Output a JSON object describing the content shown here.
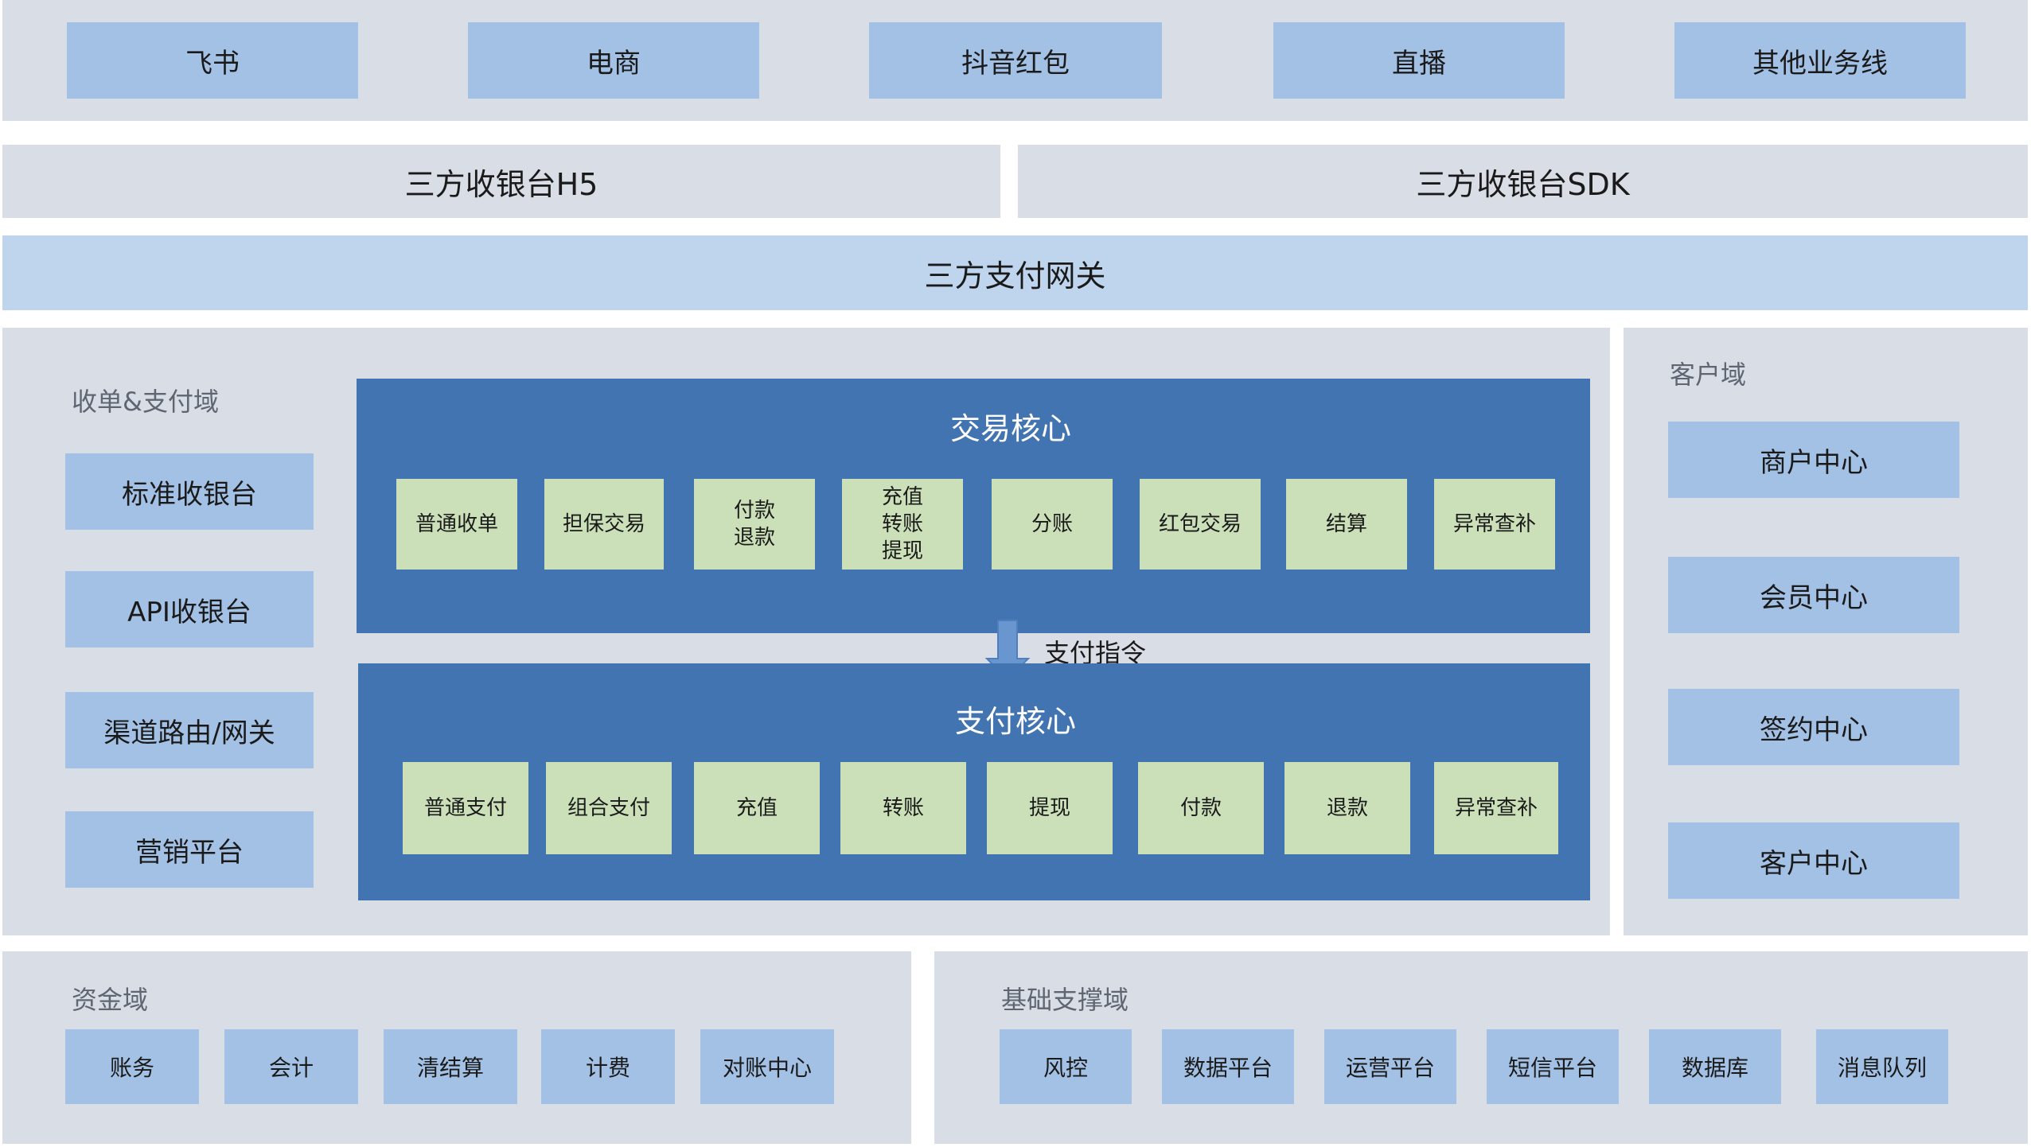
{
  "business_lines": [
    "飞书",
    "电商",
    "抖音红包",
    "直播",
    "其他业务线"
  ],
  "cashiers": [
    "三方收银台H5",
    "三方收银台SDK"
  ],
  "gateway": "三方支付网关",
  "acquiring_domain": {
    "label": "收单&支付域",
    "items": [
      "标准收银台",
      "API收银台",
      "渠道路由/网关",
      "营销平台"
    ]
  },
  "trade_core": {
    "title": "交易核心",
    "items": [
      "普通收单",
      "担保交易",
      "付款\n退款",
      "充值\n转账\n提现",
      "分账",
      "红包交易",
      "结算",
      "异常查补"
    ]
  },
  "payment_instruction": "支付指令",
  "payment_core": {
    "title": "支付核心",
    "items": [
      "普通支付",
      "组合支付",
      "充值",
      "转账",
      "提现",
      "付款",
      "退款",
      "异常查补"
    ]
  },
  "customer_domain": {
    "label": "客户域",
    "items": [
      "商户中心",
      "会员中心",
      "签约中心",
      "客户中心"
    ]
  },
  "fund_domain": {
    "label": "资金域",
    "items": [
      "账务",
      "会计",
      "清结算",
      "计费",
      "对账中心"
    ]
  },
  "infra_domain": {
    "label": "基础支撑域",
    "items": [
      "风控",
      "数据平台",
      "运营平台",
      "短信平台",
      "数据库",
      "消息队列"
    ]
  },
  "colors": {
    "panel": "#d8dde6",
    "module": "#a3c1e5",
    "core": "#4174b0",
    "sub_module": "#cbe0b9",
    "gateway": "#bed5ed",
    "arrow": "#6a96cf"
  }
}
